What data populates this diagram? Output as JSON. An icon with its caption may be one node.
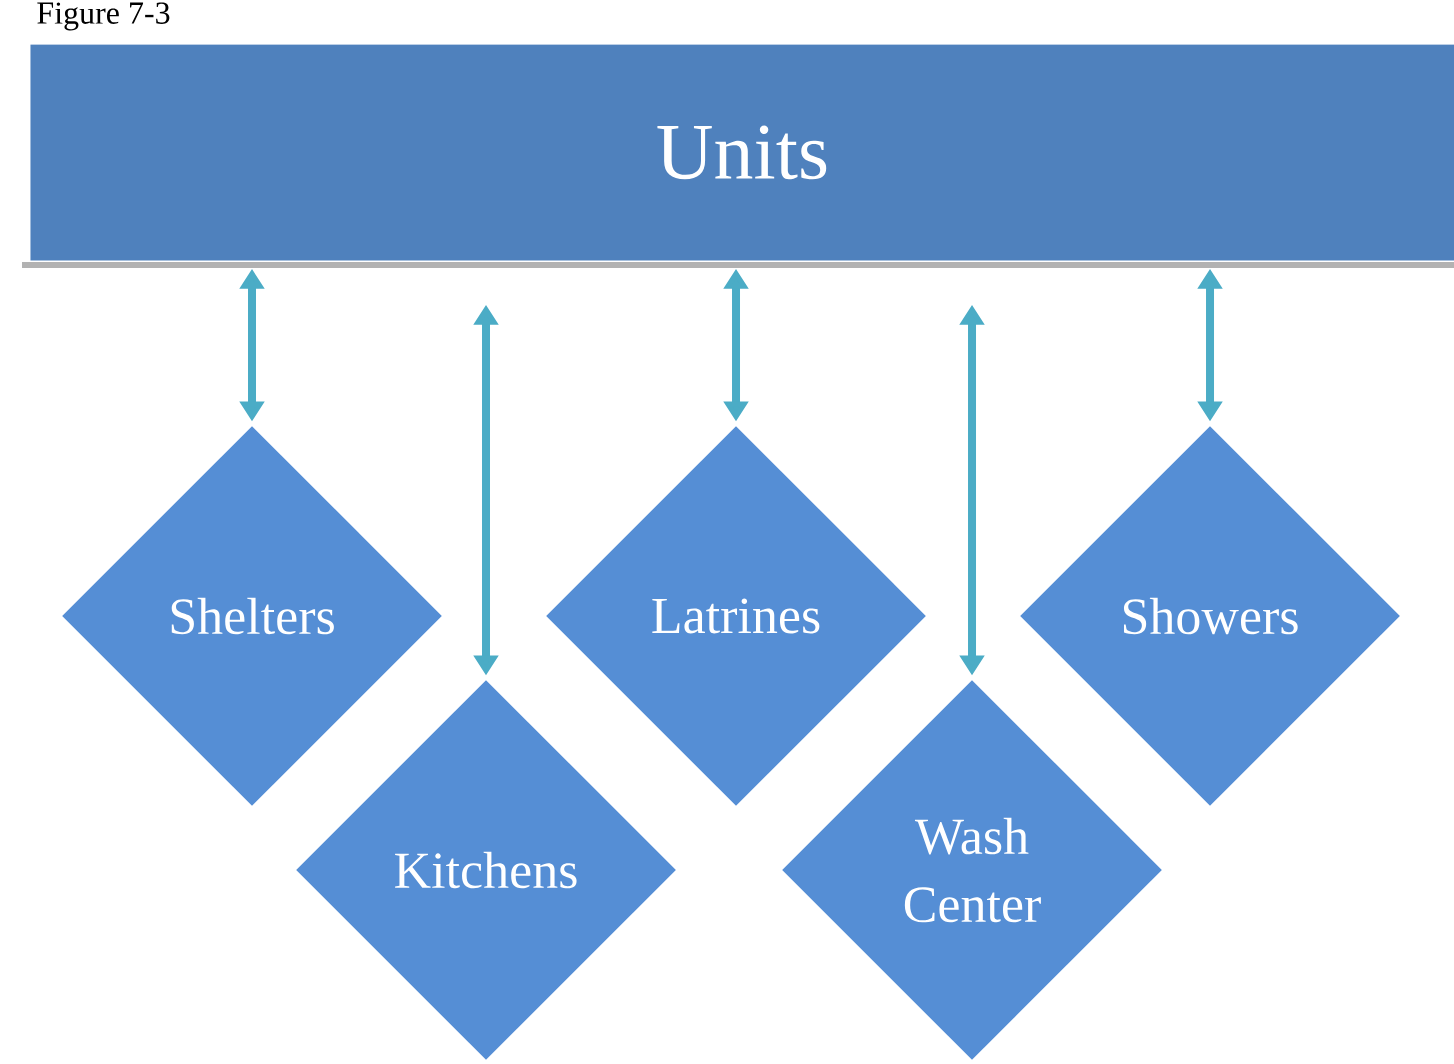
{
  "diagram": {
    "title": "Figure 7-3",
    "nodes": [
      {
        "text": [
          "Units"
        ]
      },
      {
        "text": [
          "Shelters"
        ]
      },
      {
        "text": [
          "Kitchens"
        ]
      },
      {
        "text": [
          "Latrines"
        ]
      },
      {
        "text": [
          "Wash Center"
        ]
      },
      {
        "text": [
          "Showers"
        ]
      }
    ],
    "edges": [
      {
        "from": 0,
        "to": 1,
        "arrow": "both"
      },
      {
        "from": 0,
        "to": 2,
        "arrow": "both"
      },
      {
        "from": 0,
        "to": 3,
        "arrow": "both"
      },
      {
        "from": 0,
        "to": 4,
        "arrow": "both"
      },
      {
        "from": 0,
        "to": 5,
        "arrow": "both"
      }
    ]
  }
}
